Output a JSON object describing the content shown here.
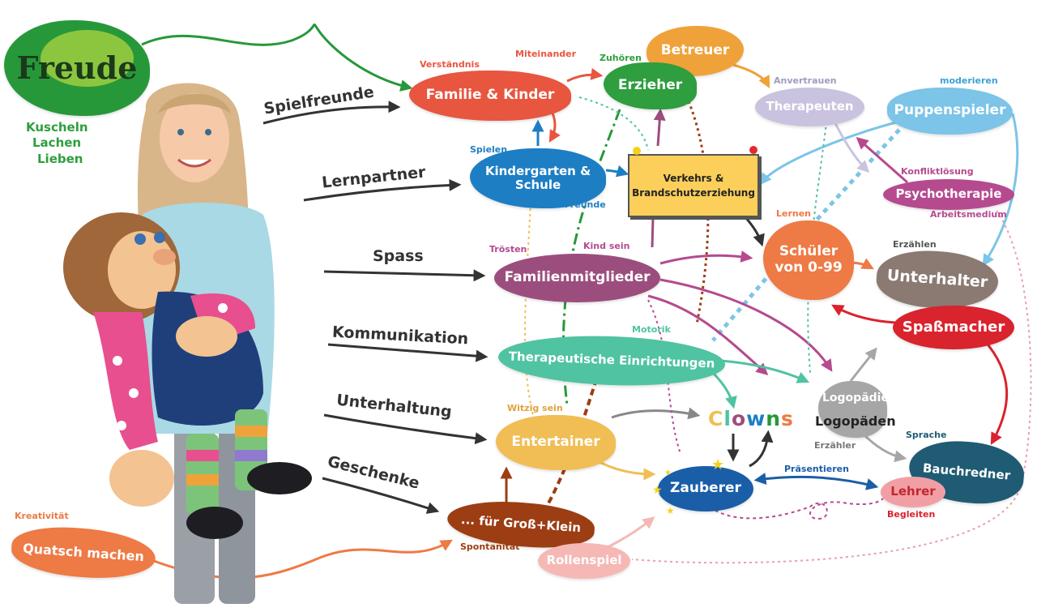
{
  "hub": {
    "title": "Freude",
    "sub": [
      "Kuscheln",
      "Lachen",
      "Lieben"
    ]
  },
  "side_labels": [
    "Spielfreunde",
    "Lernpartner",
    "Spass",
    "Kommunikation",
    "Unterhaltung",
    "Geschenke"
  ],
  "quatsch": {
    "label": "Quatsch machen",
    "tag": "Kreativität"
  },
  "nodes": {
    "familie": "Familie & Kinder",
    "betreuer": "Betreuer",
    "erzieher": "Erzieher",
    "therapeuten": "Therapeuten",
    "puppenspieler": "Puppenspieler",
    "kindergarten": [
      "Kindergarten &",
      "Schule"
    ],
    "verkehr": [
      "Verkehrs &",
      "Brandschutzerziehung"
    ],
    "psychotherapie": "Psychotherapie",
    "schueler": [
      "Schüler",
      "von 0-99"
    ],
    "familienmitglieder": "Familienmitglieder",
    "unterhalter": "Unterhalter",
    "spassmacher": "Spaßmacher",
    "therapeutische": "Therapeutische Einrichtungen",
    "logopaeden": "Logopäden",
    "entertainer": "Entertainer",
    "clowns": "Clowns",
    "bauchredner": "Bauchredner",
    "zauberer": "Zauberer",
    "lehrer": "Lehrer",
    "gross_klein": "... für Groß+Klein",
    "rollenspiel": "Rollenspiel"
  },
  "tags": {
    "verstaendnis": "Verständnis",
    "miteinander": "Miteinander",
    "zuhoeren": "Zuhören",
    "anvertrauen": "Anvertrauen",
    "moderieren": "moderieren",
    "spielen": "Spielen",
    "freunde": "Freunde",
    "konfliktloesung": "Konfliktlösung",
    "arbeitsmedium": "Arbeitsmedium",
    "lernen": "Lernen",
    "troesten": "Trösten",
    "kind_sein": "Kind sein",
    "erzaehlen": "Erzählen",
    "motorik": "Motorik",
    "logopaedie": "Logopädie",
    "witzig_sein": "Witzig sein",
    "erzaehler": "Erzähler",
    "sprache": "Sprache",
    "praesentieren": "Präsentieren",
    "begleiten": "Begleiten",
    "spontanitaet": "Spontanität"
  },
  "colors": {
    "green": "#27983a",
    "red": "#e8563f",
    "orange": "#f0a23a",
    "darkgreen": "#2e9e3e",
    "lavender": "#c9c3df",
    "skyblue": "#7cc4e8",
    "blue": "#1d7ec4",
    "yellow": "#fbcf5a",
    "purple": "#b54a8f",
    "coral": "#ee7a45",
    "taupe": "#8a7a72",
    "crimson": "#d9232d",
    "teal": "#4fc3a2",
    "gray": "#a6a6a6",
    "mustard": "#f0be55",
    "bluegray": "#1f5c74",
    "navy": "#1a5ea8",
    "pink": "#f19fa5",
    "brown": "#9c3d13",
    "rose": "#f5b8b4",
    "mauve": "#9b4e7e",
    "text": "#333333"
  }
}
